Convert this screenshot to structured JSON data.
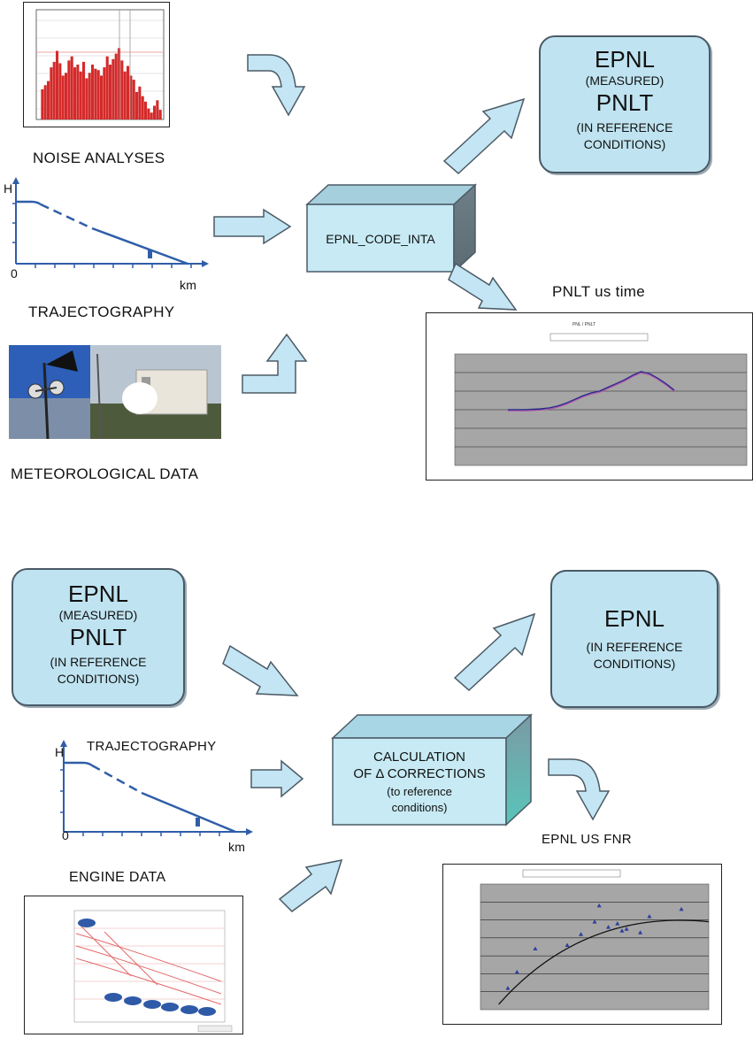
{
  "top": {
    "noise_label": "NOISE ANALYSES",
    "trajectography_label": "TRAJECTOGRAPHY",
    "meteo_label": "METEOROLOGICAL DATA",
    "process_box": "EPNL_CODE_INTA",
    "result_box": {
      "line1": "EPNL",
      "line2": "(MEASURED)",
      "line3": "PNLT",
      "line4": "(IN REFERENCE",
      "line5": "CONDITIONS)"
    },
    "chart_title": "PNLT us time",
    "traj_axis": {
      "h": "H",
      "zero": "0",
      "km": "km"
    }
  },
  "bottom": {
    "input_box": {
      "line1": "EPNL",
      "line2": "(MEASURED)",
      "line3": "PNLT",
      "line4": "(IN REFERENCE",
      "line5": "CONDITIONS)"
    },
    "trajectography_label": "TRAJECTOGRAPHY",
    "engine_label": "ENGINE DATA",
    "process_box": {
      "line1": "CALCULATION",
      "line2": "OF Δ CORRECTIONS",
      "line3": "(to reference",
      "line4": "conditions)"
    },
    "result_box": {
      "line1": "EPNL",
      "line2": "(IN REFERENCE",
      "line3": "CONDITIONS)"
    },
    "chart_title": "EPNL US FNR",
    "traj_axis": {
      "h": "H",
      "zero": "0",
      "km": "km"
    }
  },
  "colors": {
    "arrow_fill": "#c4e5f3",
    "arrow_stroke": "#4b5b66",
    "box_fill": "#bfe3f0",
    "cube_front": "#c7eaf4",
    "cube_top": "#a6cfdd",
    "cube_side_top": "#6f7f87",
    "cube_side_bottom": "#6fc8bf",
    "axis_blue": "#2f5ea8",
    "histogram_red": "#d42a2a",
    "plot_gray": "#a6a6a6"
  },
  "icons": [
    "curved-arrow-icon",
    "right-arrow-icon",
    "diagonal-arrow-icon",
    "elbow-arrow-icon"
  ],
  "chart_data": [
    {
      "type": "bar",
      "title": "",
      "values": [
        20,
        42,
        45,
        48,
        58,
        62,
        70,
        61,
        52,
        54,
        63,
        66,
        58,
        60,
        55,
        62,
        50,
        54,
        60,
        57,
        56,
        52,
        58,
        66,
        60,
        64,
        68,
        72,
        63,
        55,
        59,
        52,
        49,
        40,
        44,
        37,
        33,
        28,
        25,
        30,
        34,
        27
      ],
      "ylim": [
        20,
        100
      ]
    },
    {
      "type": "line",
      "title": "",
      "series": [
        {
          "name": "",
          "values": [
            [
              0,
              60
            ],
            [
              2,
              60
            ],
            [
              4,
              61
            ],
            [
              5,
              62
            ],
            [
              6,
              64
            ],
            [
              7,
              67
            ],
            [
              8,
              71
            ],
            [
              9,
              75
            ],
            [
              10,
              78
            ],
            [
              11,
              80
            ],
            [
              12,
              84
            ],
            [
              13,
              88
            ],
            [
              14,
              92
            ],
            [
              15,
              97
            ],
            [
              16,
              101
            ],
            [
              17,
              99
            ],
            [
              18,
              94
            ],
            [
              19,
              88
            ],
            [
              20,
              81
            ]
          ]
        }
      ],
      "ylim": [
        0,
        120
      ]
    },
    {
      "type": "scatter",
      "title": "",
      "series": [
        {
          "name": "",
          "values": [
            [
              0.12,
              1.2
            ],
            [
              0.16,
              2.1
            ],
            [
              0.24,
              3.4
            ],
            [
              0.38,
              3.6
            ],
            [
              0.44,
              4.2
            ],
            [
              0.5,
              4.9
            ],
            [
              0.52,
              5.8
            ],
            [
              0.56,
              4.6
            ],
            [
              0.6,
              4.8
            ],
            [
              0.62,
              4.4
            ],
            [
              0.64,
              4.5
            ],
            [
              0.7,
              4.3
            ],
            [
              0.74,
              5.2
            ],
            [
              0.88,
              5.6
            ]
          ]
        }
      ],
      "ylim": [
        0,
        7
      ]
    }
  ]
}
